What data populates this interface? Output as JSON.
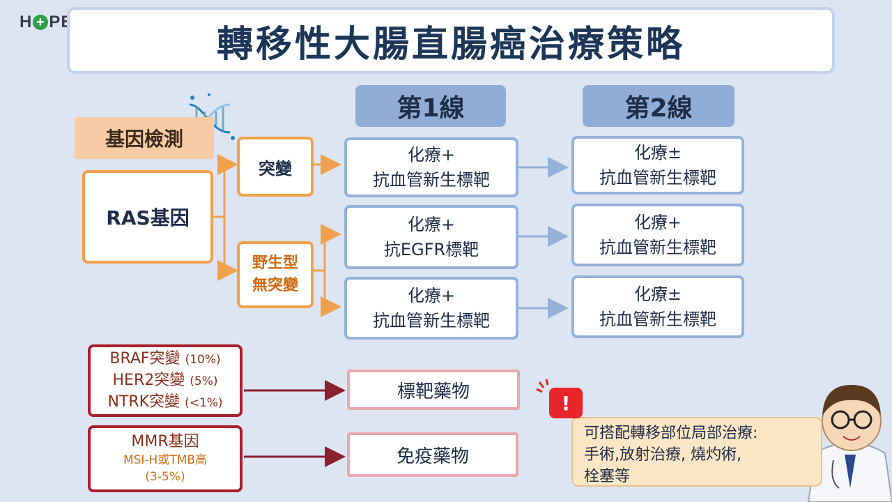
{
  "logo": {
    "left": "H",
    "plus": "+",
    "right": "PE"
  },
  "title": "轉移性大腸直腸癌治療策略",
  "columns": {
    "first": "第1線",
    "second": "第2線"
  },
  "gene_test": {
    "label": "基因檢測",
    "icon": "dna-icon"
  },
  "ras": {
    "label": "RAS基因",
    "mutant": "突變",
    "wild_line1": "野生型",
    "wild_line2": "無突變"
  },
  "rows": [
    {
      "first": [
        "化療+",
        "抗血管新生標靶"
      ],
      "second": [
        "化療±",
        "抗血管新生標靶"
      ]
    },
    {
      "first": [
        "化療+",
        "抗EGFR標靶"
      ],
      "second": [
        "化療+",
        "抗血管新生標靶"
      ]
    },
    {
      "first": [
        "化療+",
        "抗血管新生標靶"
      ],
      "second": [
        "化療±",
        "抗血管新生標靶"
      ]
    }
  ],
  "biomarkers": {
    "braf": "BRAF突變",
    "braf_pct": "(10%)",
    "her2": "HER2突變",
    "her2_pct": "(5%)",
    "ntrk": "NTRK突變",
    "ntrk_pct": "(<1%)",
    "mmr": "MMR基因",
    "msi": "MSI-H或TMB高",
    "mmr_pct": "(3-5%)"
  },
  "treatments": {
    "targeted": "標靶藥物",
    "immuno": "免疫藥物"
  },
  "note": {
    "icon": "!",
    "line1": "可搭配轉移部位局部治療:",
    "line2": "手術,放射治療, 燒灼術,",
    "line3": "栓塞等"
  },
  "colors": {
    "orange": "#f0a14e",
    "blue": "#94b1d9",
    "red": "#a8202a",
    "title": "#1d3557"
  }
}
